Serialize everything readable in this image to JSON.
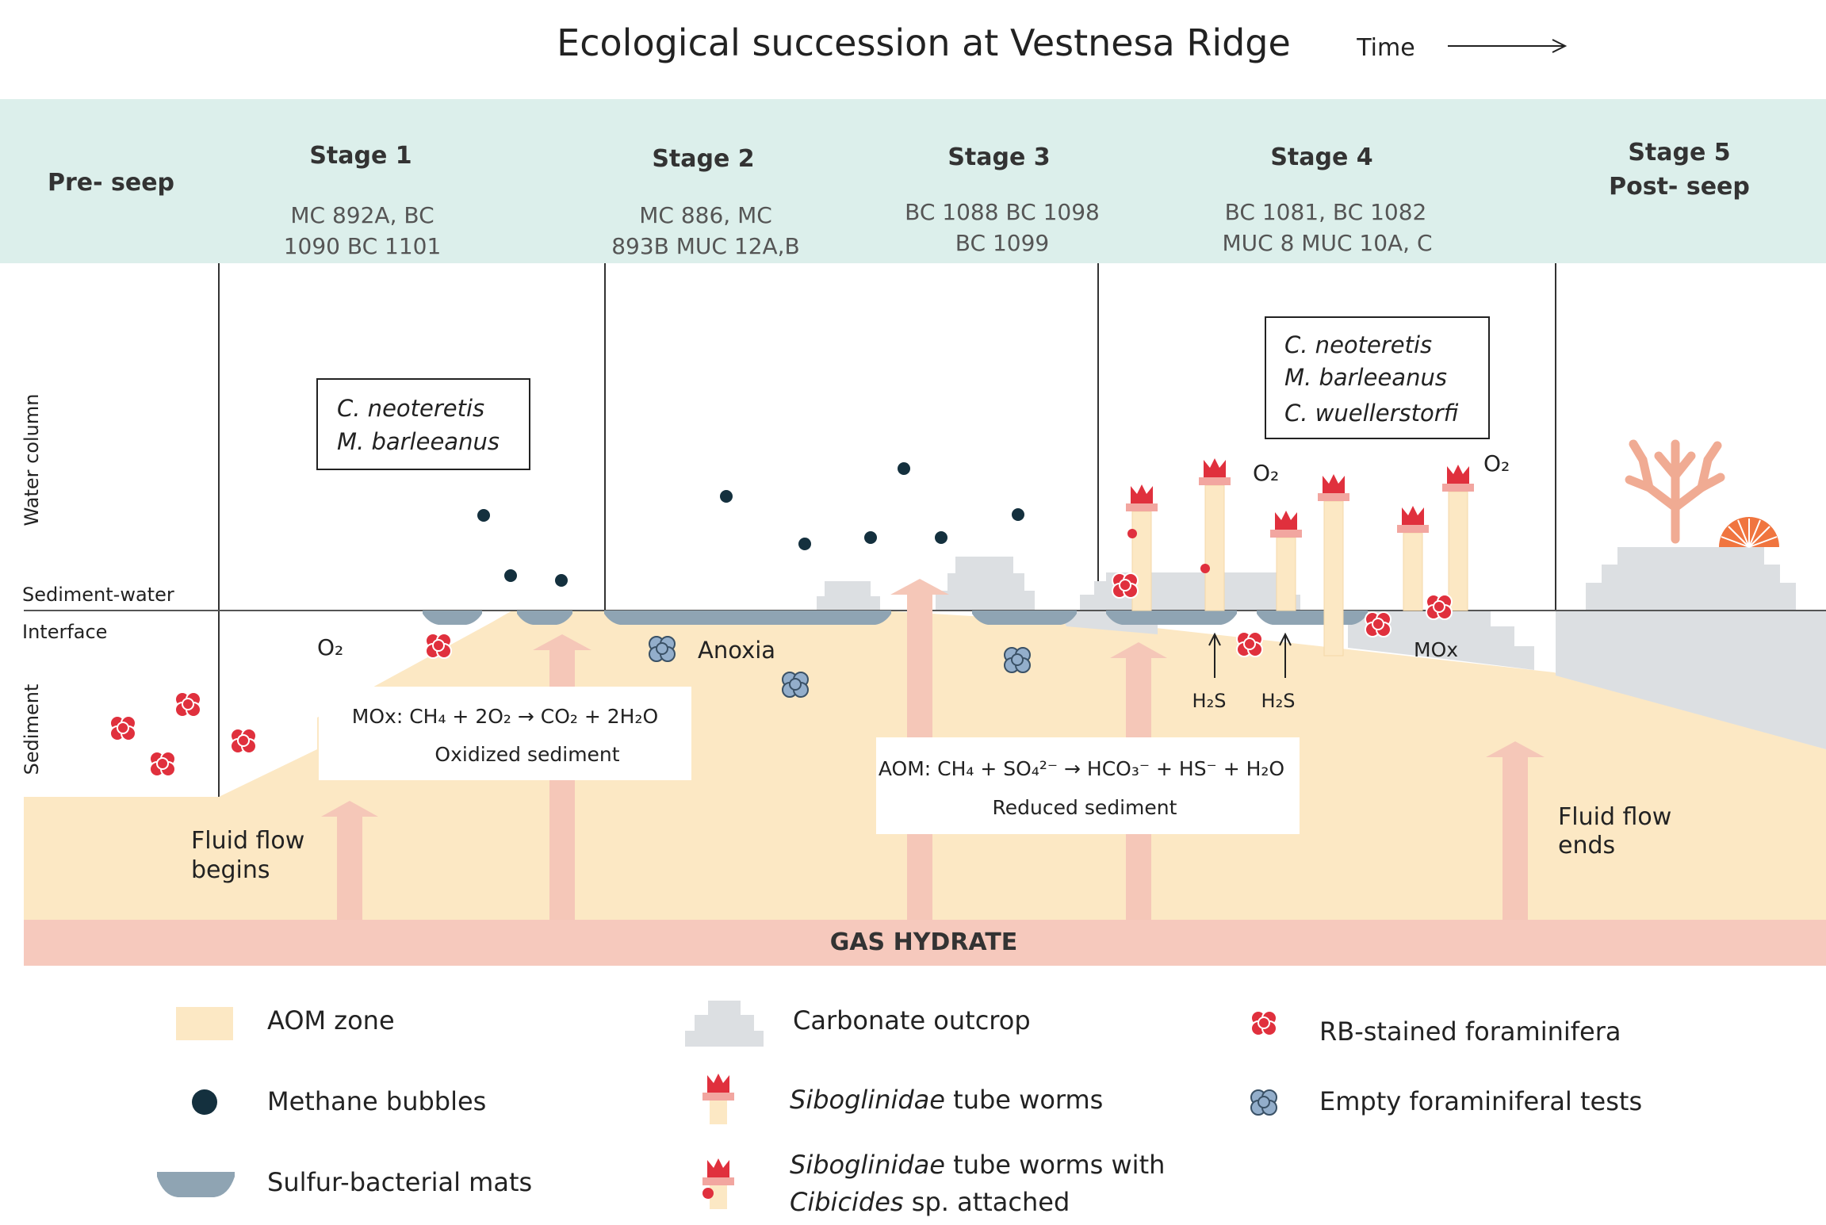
{
  "title": "Ecological succession at Vestnesa Ridge",
  "time_label": "Time",
  "stages": [
    {
      "name": "Pre- seep",
      "samples_1": "",
      "samples_2": ""
    },
    {
      "name": "Stage 1",
      "samples_1": "MC 892A, BC",
      "samples_2": "1090 BC 1101"
    },
    {
      "name": "Stage 2",
      "samples_1": "MC 886, MC",
      "samples_2": "893B MUC 12A,B"
    },
    {
      "name": "Stage 3",
      "samples_1": "BC 1088 BC 1098",
      "samples_2": "BC 1099"
    },
    {
      "name": "Stage 4",
      "samples_1": "BC 1081, BC 1082",
      "samples_2": "MUC 8 MUC 10A, C"
    },
    {
      "name_1": "Stage 5",
      "name_2": "Post- seep"
    }
  ],
  "side_labels": {
    "water_column": "Water column",
    "sediment_water_1": "Sediment-water",
    "sediment_water_2": "Interface",
    "sediment": "Sediment"
  },
  "species_box_1": [
    "C. neoteretis",
    "M. barleeanus"
  ],
  "species_box_2": [
    "C. neoteretis",
    "M. barleeanus",
    "C. wuellerstorfi"
  ],
  "mox_reaction": "MOx: CH₄ + 2O₂ → CO₂ + 2H₂O",
  "oxidized_sediment": "Oxidized sediment",
  "aom_reaction": "AOM: CH₄ + SO₄²⁻ → HCO₃⁻ + HS⁻ + H₂O",
  "reduced_sediment": "Reduced sediment",
  "anoxia": "Anoxia",
  "o2": "O₂",
  "h2s": "H₂S",
  "mox": "MOx",
  "fluid_flow_begins_1": "Fluid flow",
  "fluid_flow_begins_2": "begins",
  "fluid_flow_ends_1": "Fluid flow",
  "fluid_flow_ends_2": "ends",
  "gas_hydrate": "GAS HYDRATE",
  "legend": {
    "aom_zone": "AOM zone",
    "methane_bubbles": "Methane bubbles",
    "sulfur_mats": "Sulfur-bacterial mats",
    "carbonate_outcrop": "Carbonate outcrop",
    "tube_worms_italic": "Siboglinidae",
    "tube_worms_rest": " tube worms",
    "tube_worms_with_italic": "Siboglinidae",
    "tube_worms_with_rest": " tube worms with",
    "cibicides_italic": "Cibicides",
    "cibicides_rest": " sp. attached",
    "rb_stained": "RB-stained foraminifera",
    "empty_tests": "Empty foraminiferal tests"
  },
  "colors": {
    "header_band": "#dcefeb",
    "aom_zone": "#fce8c4",
    "gas_hydrate": "#f6c9bd",
    "flow_arrow": "#f5c7b8",
    "carbonate": "#dcdfe2",
    "mat": "#8fa4b3",
    "bubble": "#14303e",
    "red_foram": "#e0303d",
    "empty_foram": "#93aecb",
    "coral": "#f0ab93"
  }
}
